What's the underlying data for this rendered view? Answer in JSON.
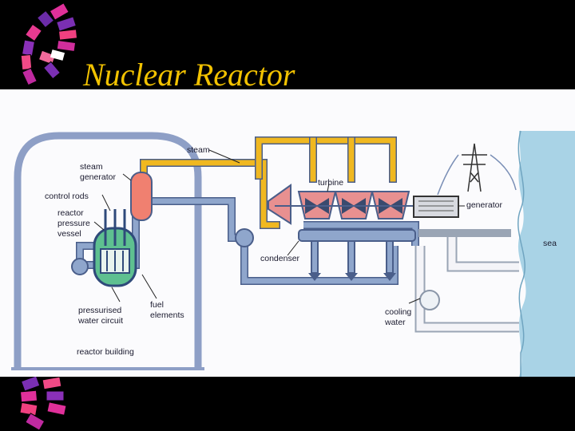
{
  "slide": {
    "title": "Nuclear Reactor"
  },
  "diagram": {
    "labels": {
      "steam": "steam",
      "steam_generator_1": "steam",
      "steam_generator_2": "generator",
      "control_rods": "control rods",
      "reactor_vessel_1": "reactor",
      "reactor_vessel_2": "pressure",
      "reactor_vessel_3": "vessel",
      "turbine": "turbine",
      "generator": "generator",
      "sea": "sea",
      "condenser": "condenser",
      "pressurised_1": "pressurised",
      "pressurised_2": "water circuit",
      "fuel_1": "fuel",
      "fuel_2": "elements",
      "cooling_1": "cooling",
      "cooling_2": "water",
      "reactor_building": "reactor building"
    },
    "colors": {
      "title": "#f2c200",
      "steam_pipe": "#f0b820",
      "water_pipe": "#8fa6cc",
      "pipe_edge": "#4a5e8a",
      "sea": "#a9d3e6",
      "building": "#8e9fc6",
      "vessel": "#5ec090",
      "steam_generator": "#f08070",
      "turbine": "#e89090"
    }
  }
}
